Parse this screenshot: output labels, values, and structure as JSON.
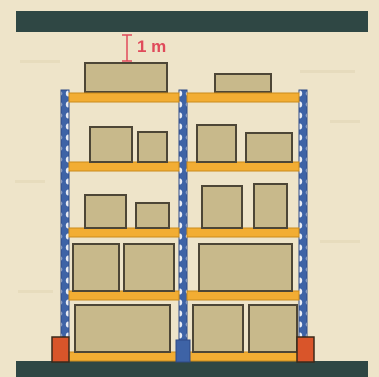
{
  "annotation": {
    "height_label": "1 m"
  },
  "colors": {
    "background": "#eee4c9",
    "band": "#2f4744",
    "upright": "#3e63a6",
    "beam": "#f2ad33",
    "box_fill": "#c8b98b",
    "box_stroke": "#4d4636",
    "foot": "#d9552a",
    "annotation": "#e04a5a"
  },
  "rack": {
    "bays": 2,
    "levels": 5,
    "top_boxes": 2
  }
}
